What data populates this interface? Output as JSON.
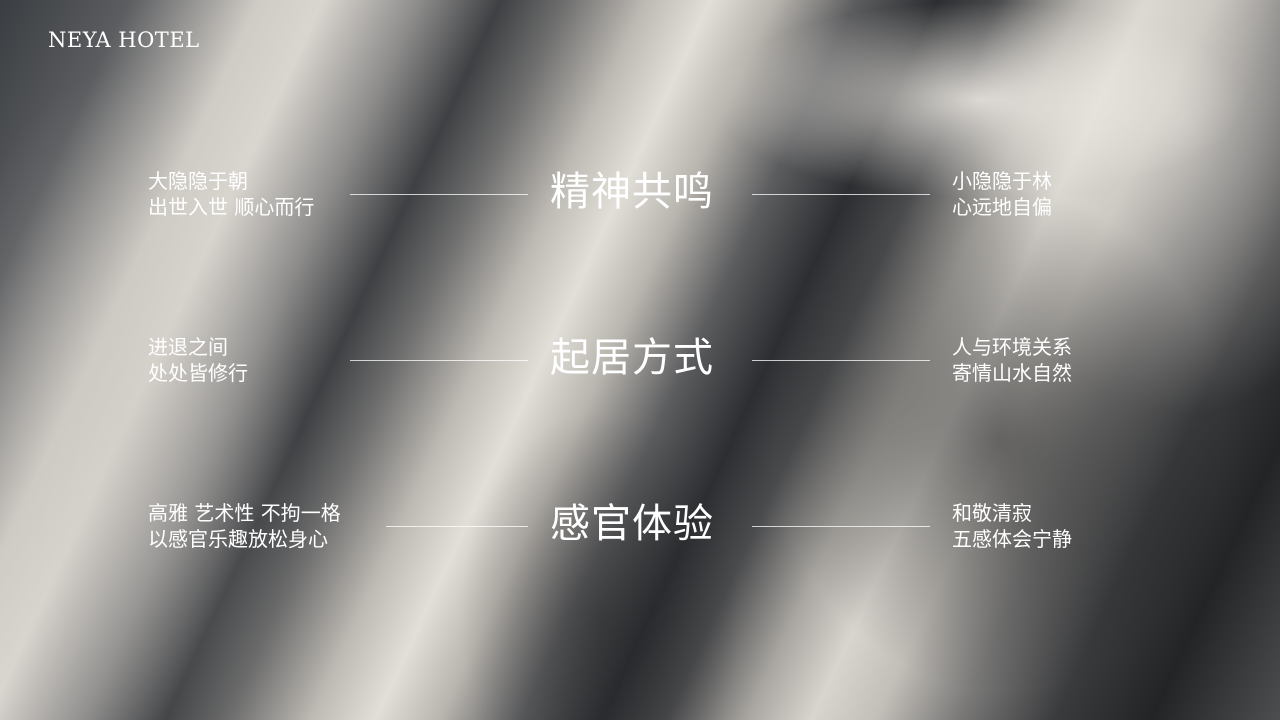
{
  "brand": "NEYA HOTEL",
  "rows": [
    {
      "title": "精神共鸣",
      "left": [
        "大隐隐于朝",
        "出世入世 顺心而行"
      ],
      "right": [
        "小隐隐于林",
        "心远地自偏"
      ]
    },
    {
      "title": "起居方式",
      "left": [
        "进退之间",
        "处处皆修行"
      ],
      "right": [
        "人与环境关系",
        "寄情山水自然"
      ]
    },
    {
      "title": "感官体验",
      "left": [
        "高雅 艺术性 不拘一格",
        "以感官乐趣放松身心"
      ],
      "right": [
        "和敬清寂",
        "五感体会宁静"
      ]
    }
  ]
}
